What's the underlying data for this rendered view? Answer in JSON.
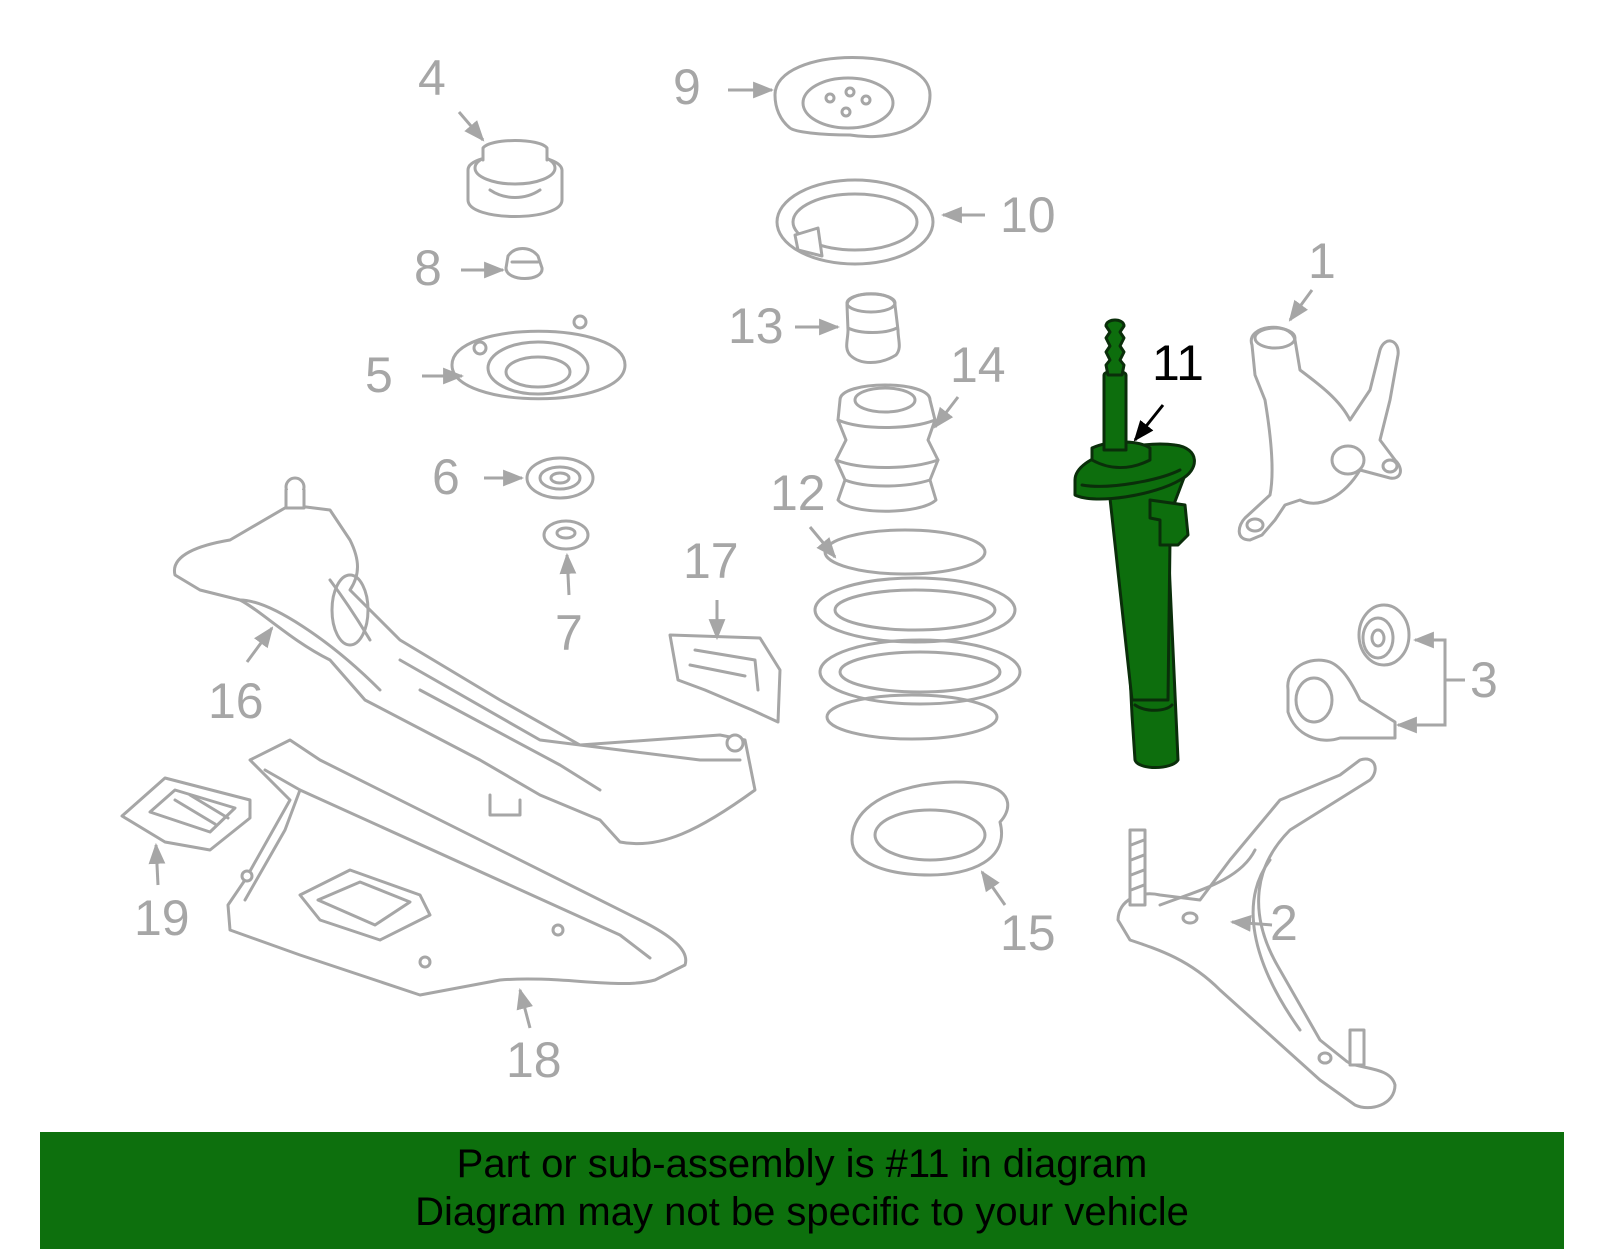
{
  "callouts": {
    "c1": "1",
    "c2": "2",
    "c3": "3",
    "c4": "4",
    "c5": "5",
    "c6": "6",
    "c7": "7",
    "c8": "8",
    "c9": "9",
    "c10": "10",
    "c11": "11",
    "c12": "12",
    "c13": "13",
    "c14": "14",
    "c15": "15",
    "c16": "16",
    "c17": "17",
    "c18": "18",
    "c19": "19"
  },
  "highlight": {
    "part_number": "11",
    "color": "#0d700d"
  },
  "banner": {
    "line1": "Part or sub-assembly is #11 in diagram",
    "line2": "Diagram may not be specific to your vehicle"
  }
}
